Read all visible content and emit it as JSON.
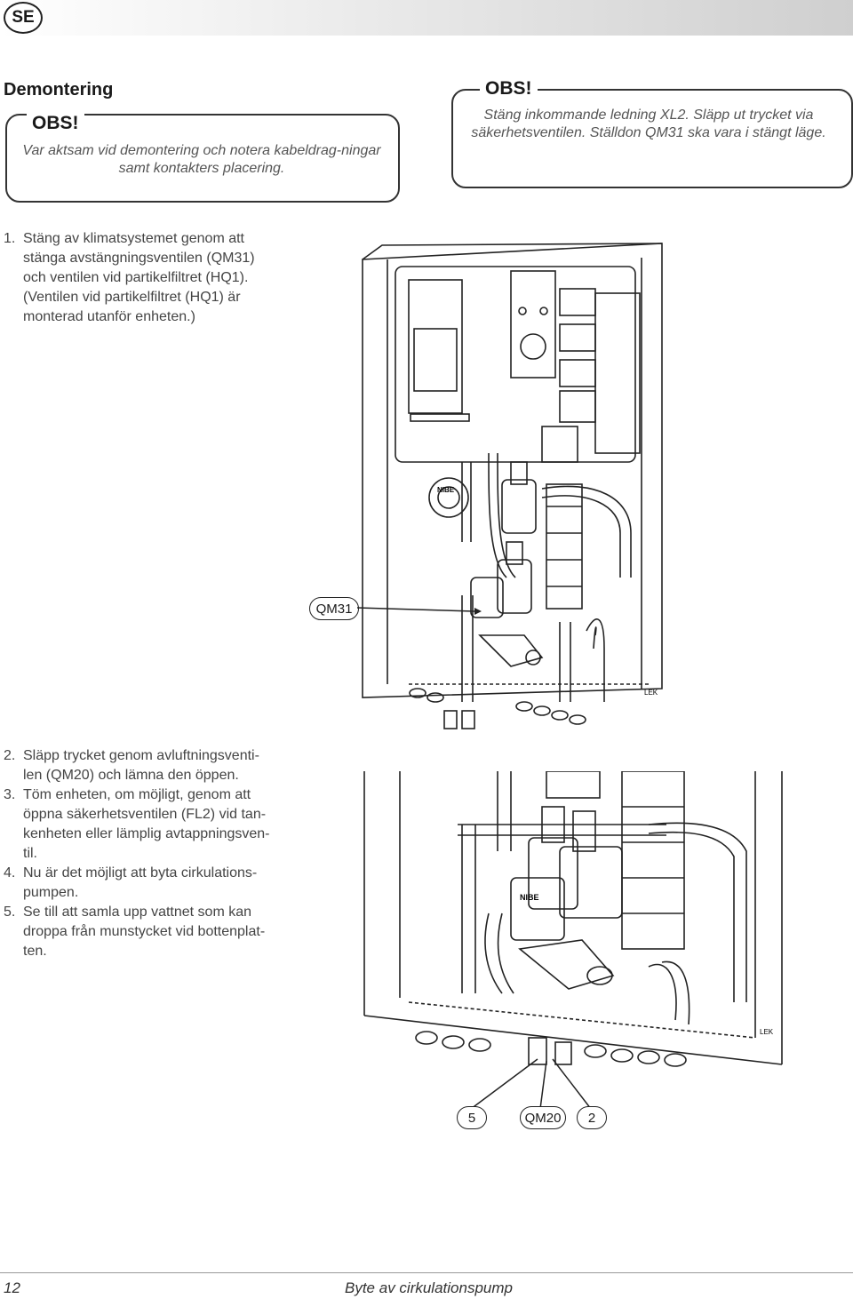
{
  "header": {
    "language_badge": "SE"
  },
  "section": {
    "title": "Demontering"
  },
  "notice_left": {
    "title": "OBS!",
    "text": "Var aktsam vid demontering och notera kabeldrag-ningar samt kontakters placering."
  },
  "notice_right": {
    "title": "OBS!",
    "text": "Stäng inkommande ledning XL2. Släpp ut trycket via säkerhetsventilen. Ställdon QM31 ska vara i stängt läge."
  },
  "steps": [
    {
      "number": "1.",
      "lines": [
        "Stäng av klimatsystemet genom att",
        "stänga avstängningsventilen (QM31)",
        "och ventilen vid partikelfiltret (HQ1).",
        "(Ventilen vid partikelfiltret (HQ1) är",
        "monterad utanför enheten.)"
      ]
    },
    {
      "number": "2.",
      "lines": [
        "Släpp trycket genom avluftningsventi-",
        "len (QM20) och lämna den öppen."
      ]
    },
    {
      "number": "3.",
      "lines": [
        "Töm enheten, om möjligt, genom att",
        "öppna säkerhetsventilen (FL2) vid tan-",
        "kenheten eller lämplig avtappningsven-",
        "til."
      ]
    },
    {
      "number": "4.",
      "lines": [
        "Nu är det möjligt att byta cirkulations-",
        "pumpen."
      ]
    },
    {
      "number": "5.",
      "lines": [
        "Se till att samla upp vattnet som kan",
        "droppa från munstycket vid bottenplat-",
        "ten."
      ]
    }
  ],
  "figure1": {
    "callout": "QM31",
    "brand": "NIBE",
    "signature": "LEK"
  },
  "figure2": {
    "callouts": [
      "5",
      "QM20",
      "2"
    ],
    "brand": "NIBE",
    "signature": "LEK"
  },
  "footer": {
    "page_number": "12",
    "chapter": "Byte av cirkulationspump"
  }
}
